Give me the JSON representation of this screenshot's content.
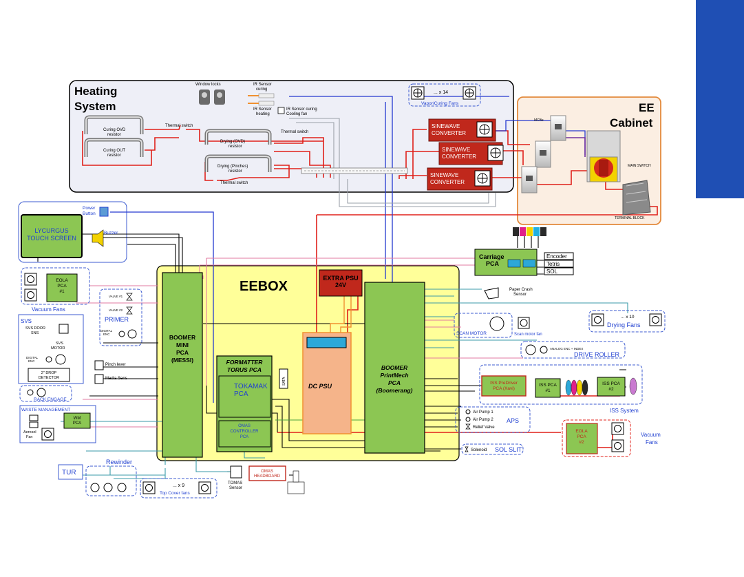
{
  "heating": {
    "title_line1": "Heating",
    "title_line2": "System",
    "window_locks": "Window locks",
    "ir_sensor_curing": [
      "IR Sensor",
      "curing"
    ],
    "ir_sensor_heating": [
      "IR Sensor",
      "heating"
    ],
    "ir_sensor_cooling_fan": [
      "IR Sensor curing",
      "Cooling fan"
    ],
    "fans_count": "... x 14",
    "vapor_fans": "Vapor/Curing Fans",
    "curing_ovd": [
      "Curing OVD",
      "resistor"
    ],
    "curing_out": [
      "Curing OUT",
      "resistor"
    ],
    "thermal_switch_1": "Thermal switch",
    "thermal_switch_2": "Thermal switch",
    "thermal_switch_3": "Thermal switch",
    "drying_ovd": [
      "Drying (OVD)",
      "resistor"
    ],
    "drying_pinches": [
      "Drying (Pinches)",
      "resistor"
    ],
    "converters": [
      [
        "SINEWAVE",
        "CONVERTER"
      ],
      [
        "SINEWAVE",
        "CONVERTER"
      ],
      [
        "SINEWAVE",
        "CONVERTER"
      ]
    ]
  },
  "ee_cabinet": {
    "title_line1": "EE",
    "title_line2": "Cabinet",
    "mcbs": "MCBs",
    "main_switch": "MAIN SWITCH",
    "terminal_block": "TERMINAL BLOCK"
  },
  "touch": {
    "title": [
      "LYCURGUS",
      "TOUCH SCREEN"
    ],
    "power_button": [
      "Power",
      "Button"
    ],
    "buzzer": "Buzzer"
  },
  "eola1": {
    "title": [
      "EOLA",
      "PCA",
      "#1"
    ],
    "caption": "Vacuum Fans"
  },
  "primer": {
    "valve1": "VALVE #1",
    "valve2": "VALVE #2",
    "title": "PRIMER",
    "digital_enc": [
      "DIGITAL",
      "ENC"
    ]
  },
  "svs": {
    "title": "SVS",
    "door": [
      "SVS DOOR",
      "SNS"
    ],
    "motor": [
      "SVS",
      "MOTOR"
    ],
    "digital_enc": [
      "DIGITAL",
      "ENC"
    ],
    "drop_detector": [
      "2\" DROP",
      "DETECTOR"
    ]
  },
  "sensors_left": {
    "pinch": "Pinch lever",
    "media": "Media Sens"
  },
  "rack": {
    "title": "RACK ENGAGE"
  },
  "waste": {
    "title": "WASTE MANAGEMENT",
    "wm": [
      "WM",
      "PCA"
    ],
    "fan": [
      "Aerosol",
      "Fan"
    ]
  },
  "tur": "TUR",
  "rewinder": {
    "title": "Rewinder"
  },
  "top_cover": {
    "count": "... x 9",
    "caption": "Top Cover fans"
  },
  "eebox": {
    "title": "EEBOX",
    "extra_psu": [
      "EXTRA PSU",
      "24V"
    ],
    "boomer_mini": [
      "BOOMER",
      "MINI",
      "PCA",
      "(MESSI)"
    ],
    "formatter": [
      "FORMATTER",
      "TORUS PCA"
    ],
    "tokamak": [
      "TOKAMAK",
      "PCA"
    ],
    "omas_ctrl": [
      "OMAS",
      "CONTROLLER",
      "PCA"
    ],
    "sata": "SATA",
    "dc_psu": "DC PSU",
    "boomer_print": [
      "BOOMER",
      "PrintMech",
      "PCA",
      "(Boomerang)"
    ]
  },
  "tomas": [
    "TOMAS",
    "Sensor"
  ],
  "omas_head": [
    "OMAS",
    "HEADBOARD"
  ],
  "carriage": {
    "title": [
      "Carriage",
      "PCA"
    ],
    "encoder": "Encoder",
    "tetris": "Tetris",
    "sol": "SOL"
  },
  "paper_crash": [
    "Paper Crash",
    "Sensor"
  ],
  "scan": {
    "motor": "SCAN MOTOR",
    "fan": "Scan motor fan"
  },
  "drying": {
    "count": "... x 10",
    "title": "Drying Fans"
  },
  "drive": {
    "enc": "ANALOG ENC + INDEX",
    "title": "DRIVE ROLLER"
  },
  "iss": {
    "predriver": [
      "ISS PreDriver",
      "PCA (Xavi)"
    ],
    "pca1": [
      "ISS PCA",
      "#1"
    ],
    "pca2": [
      "ISS PCA",
      "#2"
    ],
    "title": "ISS System"
  },
  "aps": {
    "pump1": "Air Pump 1",
    "pump2": "Air Pump 2",
    "relief": "Relief Valve",
    "title": "APS"
  },
  "eola2": {
    "title": [
      "EOLA",
      "PCA",
      "#2"
    ],
    "caption": [
      "Vacuum",
      "Fans"
    ]
  },
  "sol_slit": {
    "solenoid": "Solenoid",
    "title": "SOL SLIT"
  },
  "colors": {
    "tab_blue": "#1f4fb4",
    "label_blue": "#1f3fd0",
    "pca_green": "#8cc653",
    "eebox_yellow": "#ffff99",
    "psu_orange": "#f5b48a",
    "converter_red": "#c0281c",
    "cabinet_orange": "#fbeee2"
  }
}
